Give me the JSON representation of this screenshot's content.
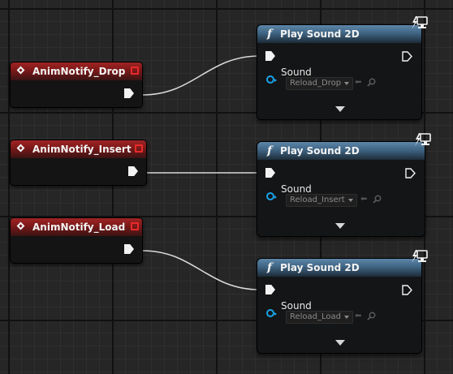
{
  "events": [
    {
      "id": "drop",
      "label": "AnimNotify_Drop"
    },
    {
      "id": "insert",
      "label": "AnimNotify_Insert"
    },
    {
      "id": "load",
      "label": "AnimNotify_Load"
    }
  ],
  "functions": [
    {
      "id": "drop",
      "fx_symbol": "f",
      "title": "Play Sound 2D",
      "pin_label": "Sound",
      "sound_value": "Reload_Drop"
    },
    {
      "id": "insert",
      "fx_symbol": "f",
      "title": "Play Sound 2D",
      "pin_label": "Sound",
      "sound_value": "Reload_Insert"
    },
    {
      "id": "load",
      "fx_symbol": "f",
      "title": "Play Sound 2D",
      "pin_label": "Sound",
      "sound_value": "Reload_Load"
    }
  ],
  "icons": {
    "event": "event-diamond-icon",
    "delegate": "delegate-pin-icon",
    "function": "function-icon",
    "network": "authority-only-icon",
    "use_asset": "use-selected-asset-icon",
    "browse": "browse-asset-icon",
    "expand": "advanced-display-toggle-icon"
  },
  "colors": {
    "event_header": "#a02424",
    "function_header": "#4a7296",
    "exec_pin": "#f2f2f2",
    "object_pin": "#1aa3e8",
    "delegate_pin": "#e82a2a",
    "wire": "#d8d8d8",
    "background": "#262626"
  }
}
